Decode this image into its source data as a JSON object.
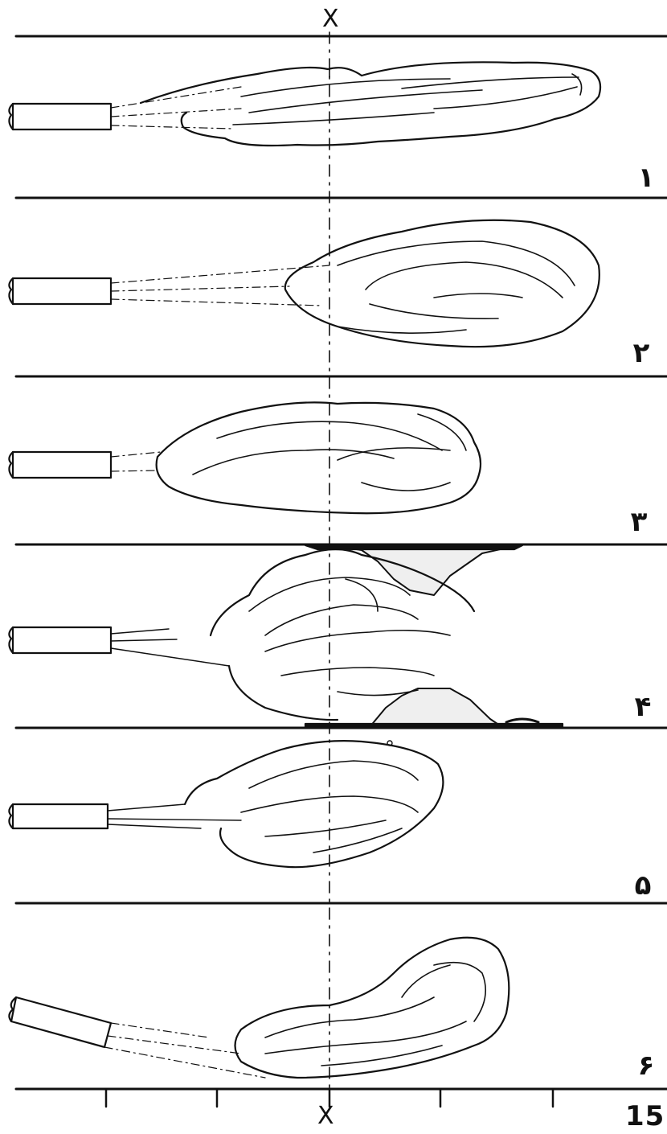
{
  "axis_label_top": "X",
  "axis_label_bottom": "X",
  "figure_number": "15",
  "panels": [
    {
      "label": "۱"
    },
    {
      "label": "۲"
    },
    {
      "label": "۳"
    },
    {
      "label": "۴"
    },
    {
      "label": "۵"
    },
    {
      "label": "۶"
    }
  ],
  "colors": {
    "ink": "#111111",
    "paper": "#ffffff",
    "speckle": "#efefef"
  }
}
